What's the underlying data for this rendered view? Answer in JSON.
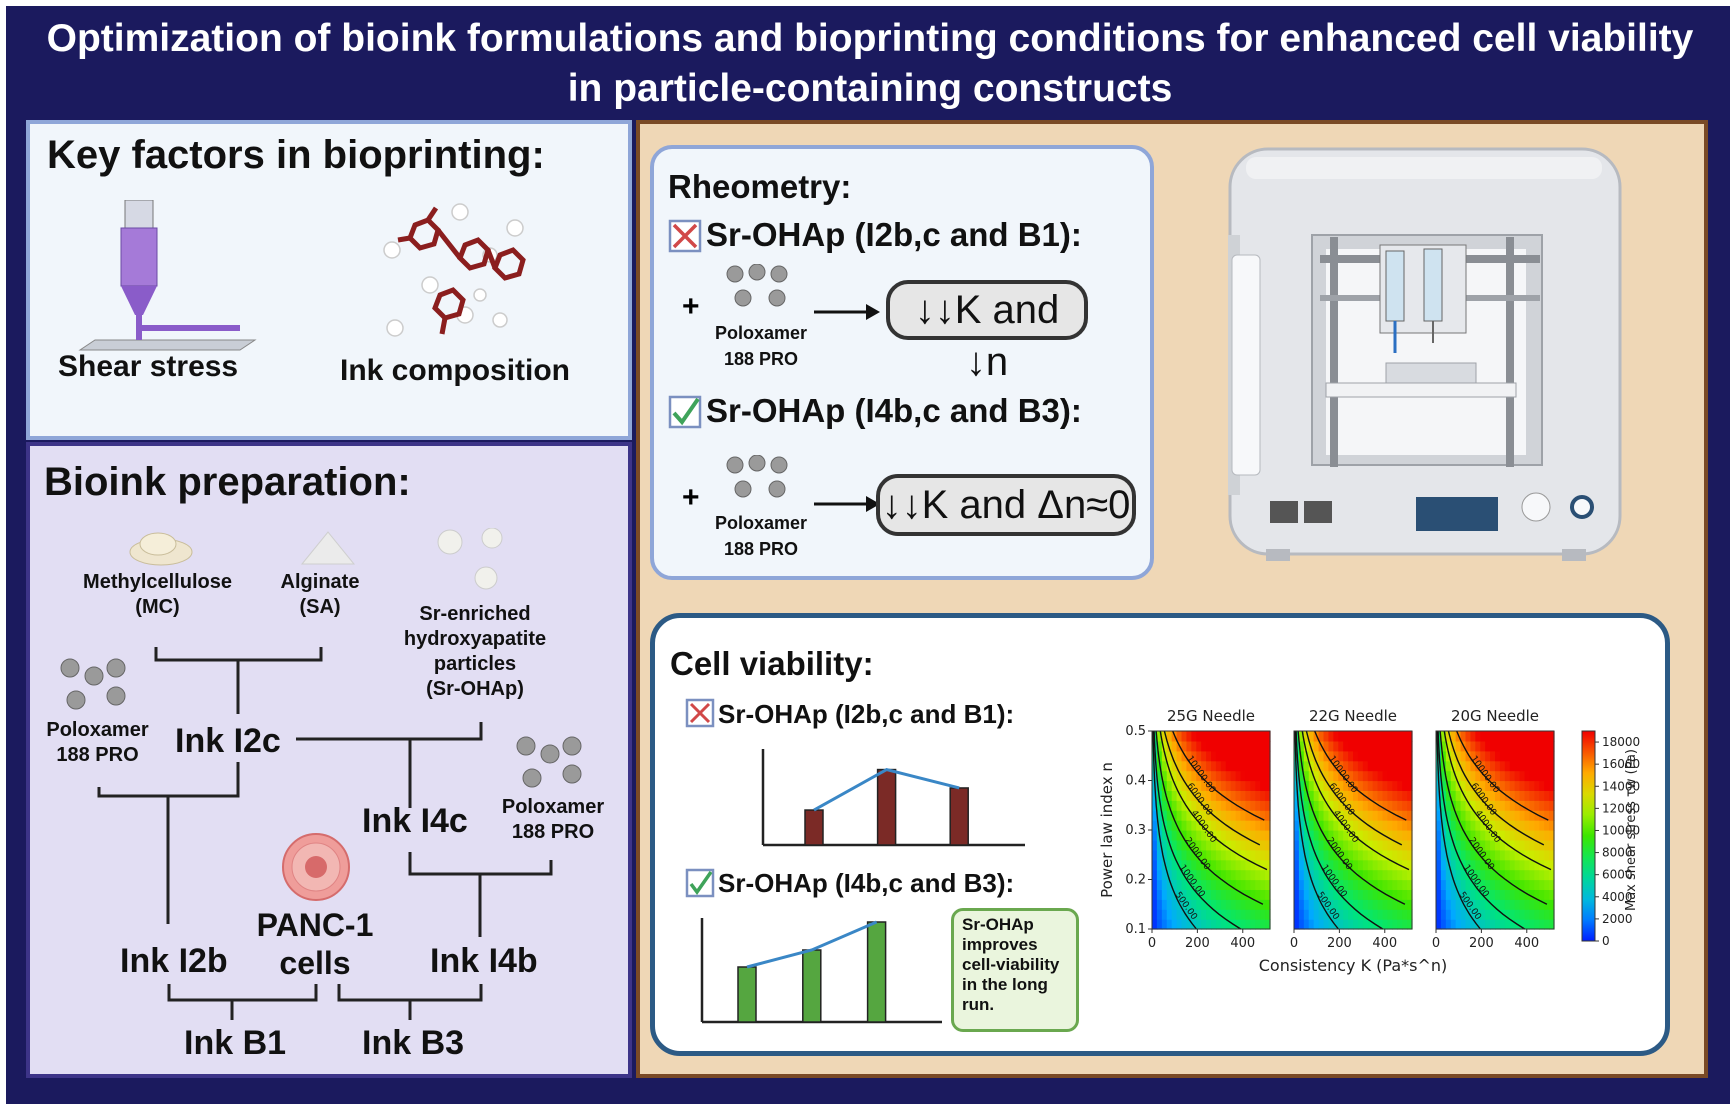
{
  "title": {
    "line1": "Optimization of bioink formulations and bioprinting conditions for enhanced cell viability",
    "line2": "in particle-containing constructs"
  },
  "key_factors": {
    "heading": "Key factors in bioprinting:",
    "shear_label": "Shear stress",
    "ink_label": "Ink composition"
  },
  "bioink": {
    "heading": "Bioink preparation:",
    "mc": "Methylcellulose\n(MC)",
    "sa": "Alginate\n(SA)",
    "sr": "Sr-enriched\nhydroxyapatite\nparticles\n(Sr-OHAp)",
    "polox_left": "Poloxamer\n188 PRO",
    "polox_right": "Poloxamer\n188 PRO",
    "ink_i2c": "Ink I2c",
    "ink_i4c": "Ink I4c",
    "panc": "PANC-1\ncells",
    "ink_i2b": "Ink I2b",
    "ink_i4b": "Ink I4b",
    "ink_b1": "Ink B1",
    "ink_b3": "Ink B3"
  },
  "rheometry": {
    "heading": "Rheometry:",
    "bad_label": "Sr-OHAp (I2b,c and B1):",
    "good_label": "Sr-OHAp (I4b,c and B3):",
    "plus": "+",
    "polox": "Poloxamer\n188 PRO",
    "bad_result": "↓↓K and ↓n",
    "good_result": "↓↓K and Δn≈0"
  },
  "viability": {
    "heading": "Cell viability:",
    "bad_label": "Sr-OHAp (I2b,c and B1):",
    "good_label": "Sr-OHAp (I4b,c and B3):",
    "note": "Sr-OHAp improves cell-viability in the long run.",
    "bad_bars": [
      0.38,
      0.82,
      0.62
    ],
    "good_bars": [
      0.55,
      0.72,
      1.0
    ],
    "bad_color": "#7b2a26",
    "good_color": "#55a640"
  },
  "chart_data": {
    "type": "heatmap",
    "panels": [
      {
        "title": "25G Needle"
      },
      {
        "title": "22G Needle"
      },
      {
        "title": "20G Needle"
      }
    ],
    "xlabel": "Consistency K (Pa*s^n)",
    "ylabel": "Power law index n",
    "xlim": [
      0,
      520
    ],
    "ylim": [
      0.1,
      0.5
    ],
    "x_ticks": [
      "0",
      "200",
      "400"
    ],
    "y_ticks": [
      "0.1",
      "0.2",
      "0.3",
      "0.4",
      "0.5"
    ],
    "contour_levels": [
      "500.00",
      "1000.00",
      "2000.00",
      "4000.00",
      "6000.00",
      "10000.00"
    ],
    "colorbar_label": "Max shear stress τw (Pa)",
    "colorbar_ticks": [
      "0",
      "2000",
      "4000",
      "6000",
      "8000",
      "10000",
      "12000",
      "14000",
      "16000",
      "18000"
    ],
    "colorbar_range": [
      0,
      19000
    ]
  }
}
